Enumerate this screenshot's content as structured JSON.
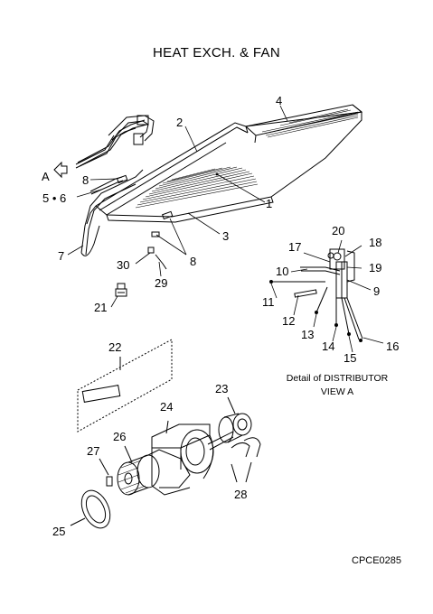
{
  "title": "HEAT EXCH. & FAN",
  "drawing_code": "CPCE0285",
  "view_arrow_label": "A",
  "detail_caption": [
    "Detail of DISTRIBUTOR",
    "VIEW A"
  ],
  "callouts": [
    "1",
    "2",
    "3",
    "4",
    "5 • 6",
    "7",
    "8",
    "8",
    "9",
    "10",
    "11",
    "12",
    "13",
    "14",
    "15",
    "16",
    "17",
    "18",
    "19",
    "20",
    "21",
    "22",
    "23",
    "24",
    "25",
    "26",
    "27",
    "28",
    "29",
    "30"
  ]
}
